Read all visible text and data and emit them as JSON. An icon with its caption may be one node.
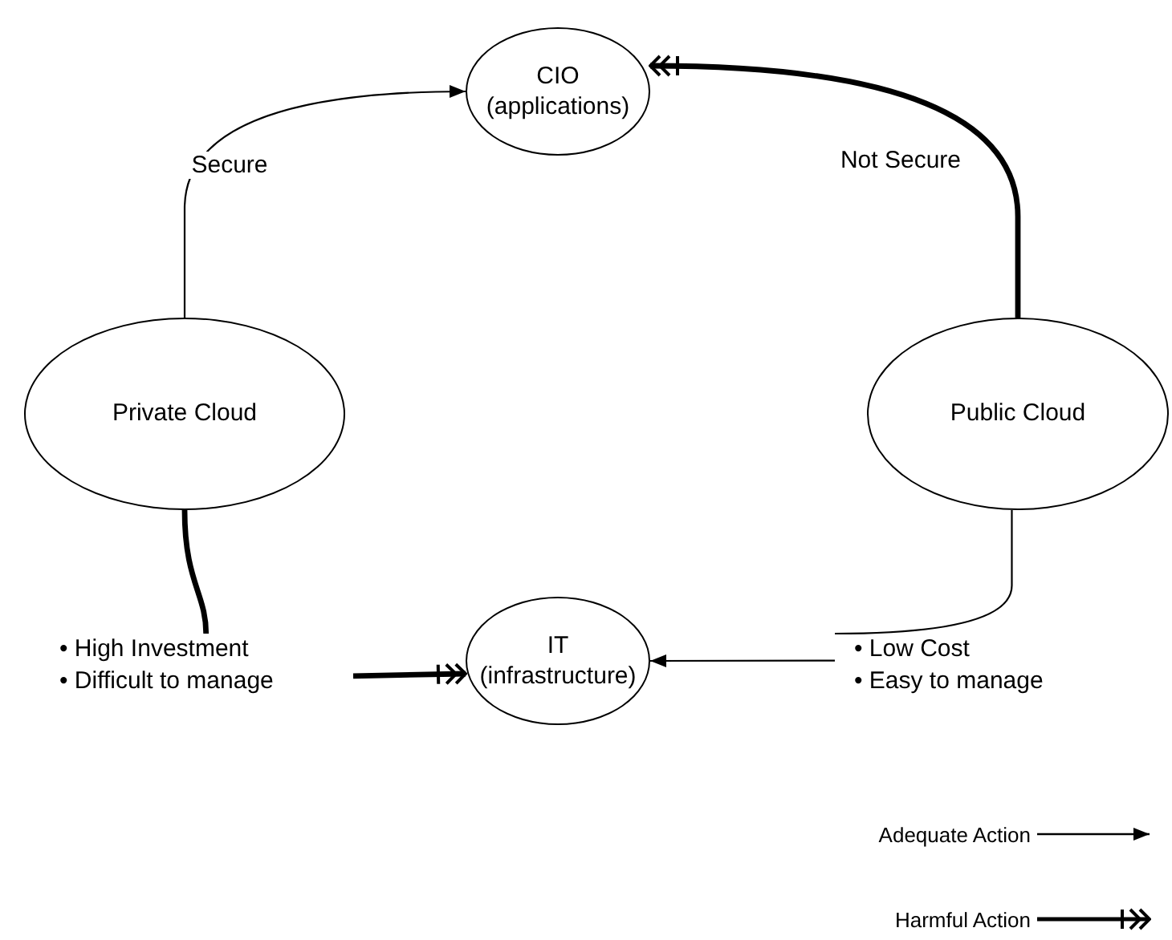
{
  "diagram": {
    "nodes": [
      {
        "text": [
          "CIO (applications)"
        ]
      },
      {
        "text": [
          "Private Cloud"
        ]
      },
      {
        "text": [
          "Public Cloud"
        ]
      },
      {
        "text": [
          "• High Investment",
          "• Difficult to manage"
        ]
      },
      {
        "text": [
          "IT (infrastructure)"
        ]
      },
      {
        "text": [
          "• Low Cost",
          "• Easy to manage"
        ]
      }
    ],
    "edges": [
      {
        "from": 1,
        "to": 0,
        "arrow": "to",
        "label": "Secure"
      },
      {
        "from": 2,
        "to": 0,
        "arrow": "to",
        "label": "Not Secure",
        "style": "thick"
      },
      {
        "from": 1,
        "to": 3,
        "arrow": "none",
        "style": "thick"
      },
      {
        "from": 3,
        "to": 4,
        "arrow": "to",
        "style": "thick"
      },
      {
        "from": 2,
        "to": 5,
        "arrow": "none"
      },
      {
        "from": 5,
        "to": 4,
        "arrow": "to"
      }
    ],
    "legend": [
      {
        "text": "Adequate Action"
      },
      {
        "text": "Harmful Action"
      }
    ]
  }
}
